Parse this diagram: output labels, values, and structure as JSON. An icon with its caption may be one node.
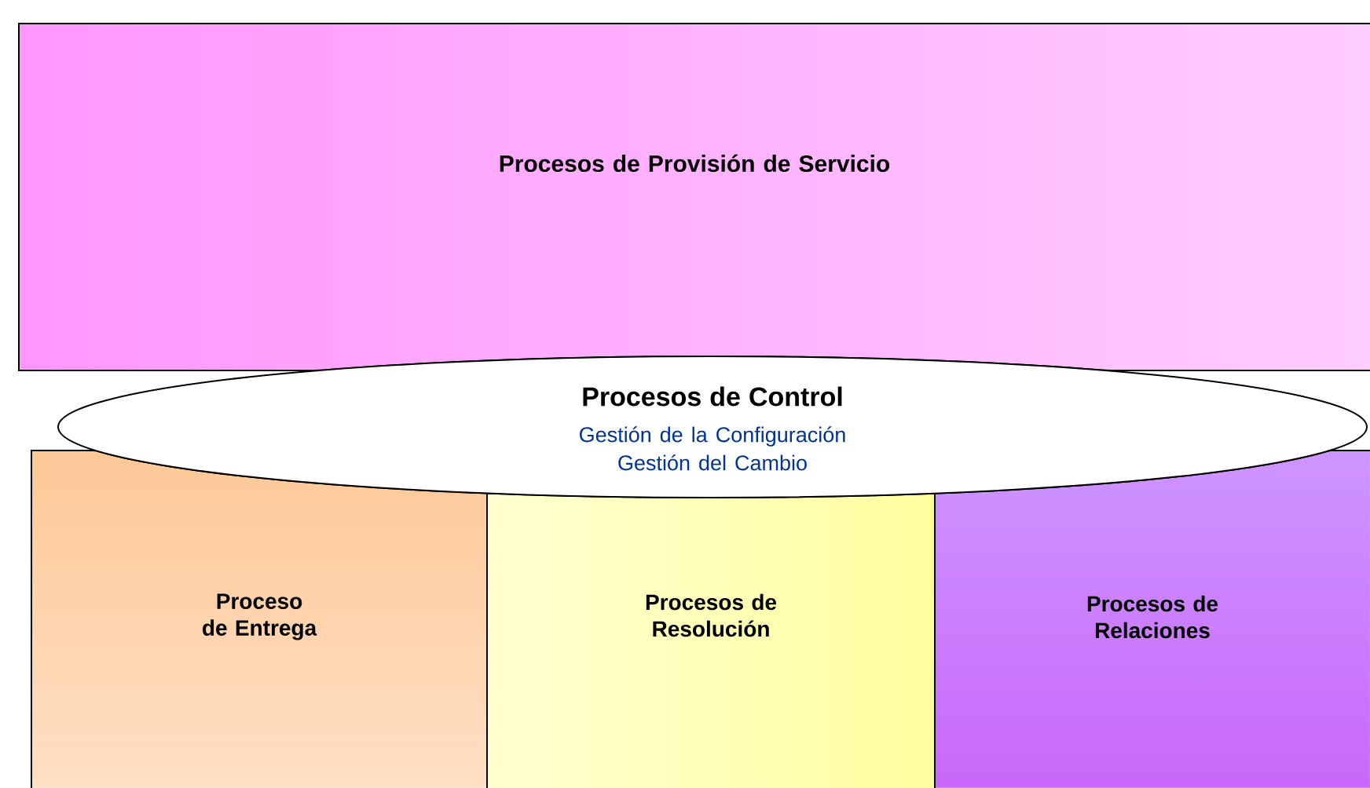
{
  "diagram": {
    "nodes": [
      {
        "text": [
          "Procesos de Provisión de Servicio"
        ]
      },
      {
        "text": [
          "Procesos de Control",
          "Gestión de la Configuración",
          "Gestión del Cambio"
        ]
      },
      {
        "text": [
          "Proceso de Entrega"
        ]
      },
      {
        "text": [
          "Procesos de Resolución"
        ]
      },
      {
        "text": [
          "Procesos de Relaciones"
        ]
      }
    ]
  }
}
